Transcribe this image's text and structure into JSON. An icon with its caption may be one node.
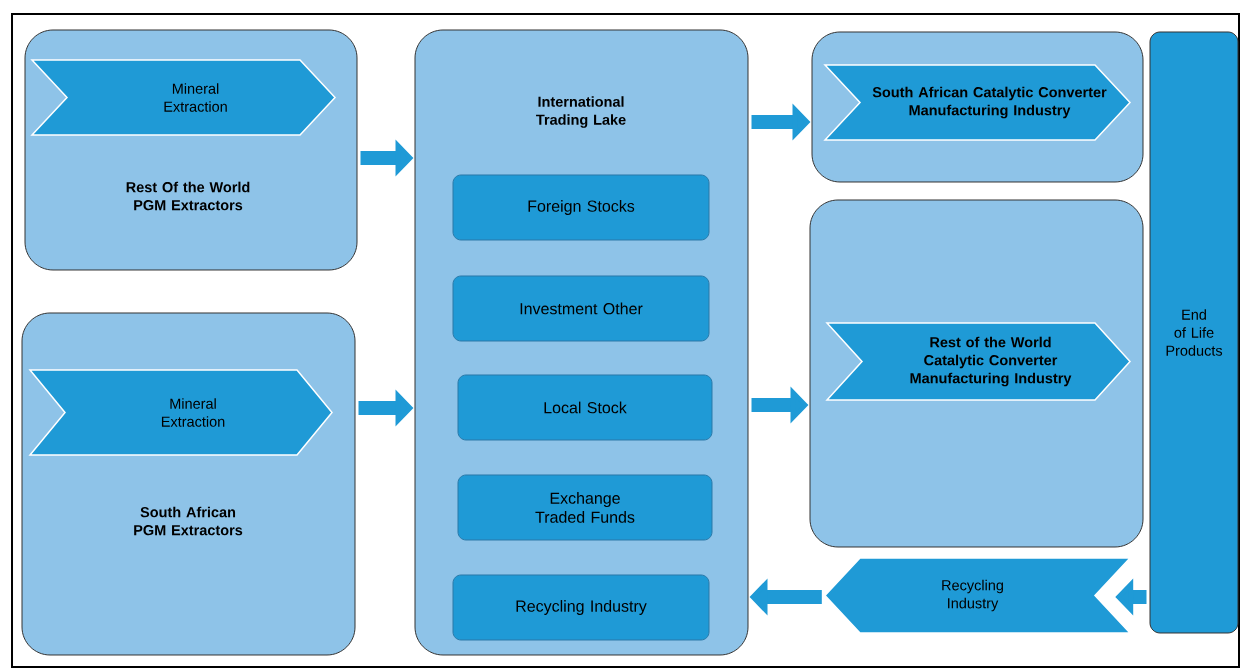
{
  "diagram": {
    "nodes": [
      {
        "text": [
          "Rest Of the World PGM Extractors"
        ]
      },
      {
        "text": [
          "Mineral Extraction"
        ],
        "in": 0
      },
      {
        "text": [
          "South African PGM Extractors"
        ]
      },
      {
        "text": [
          "Mineral Extraction"
        ],
        "in": 2
      },
      {
        "text": [
          "International Trading Lake"
        ]
      },
      {
        "text": [
          "Foreign Stocks"
        ],
        "in": 4
      },
      {
        "text": [
          "Investment Other"
        ],
        "in": 4
      },
      {
        "text": [
          "Local Stock"
        ],
        "in": 4
      },
      {
        "text": [
          "Exchange Traded Funds"
        ],
        "in": 4
      },
      {
        "text": [
          "Recycling Industry"
        ],
        "in": 4
      },
      {
        "text": [],
        "shape": "box"
      },
      {
        "text": [
          "South African Catalytic Converter Manufacturing Industry"
        ],
        "in": 10
      },
      {
        "text": [],
        "shape": "box"
      },
      {
        "text": [
          "Rest of the World Catalytic Converter Manufacturing Industry"
        ],
        "in": 12
      },
      {
        "text": [
          "End of Life Products"
        ]
      },
      {
        "text": [
          "Recycling Industry"
        ]
      }
    ],
    "edges": [
      {
        "from": 0,
        "to": 4,
        "arrow": "to"
      },
      {
        "from": 2,
        "to": 4,
        "arrow": "to"
      },
      {
        "from": 4,
        "to": 10,
        "arrow": "to"
      },
      {
        "from": 4,
        "to": 12,
        "arrow": "to"
      },
      {
        "from": 14,
        "to": 15,
        "arrow": "to"
      },
      {
        "from": 15,
        "to": 4,
        "arrow": "to"
      }
    ]
  }
}
